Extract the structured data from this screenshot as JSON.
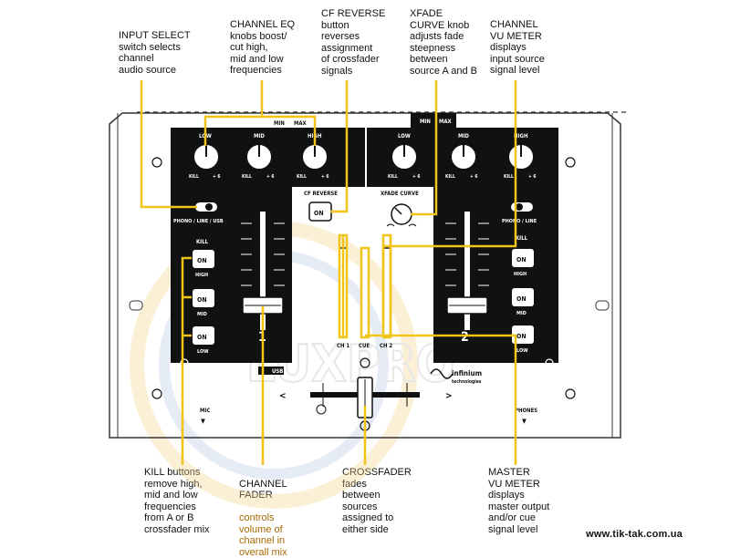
{
  "callouts": {
    "input_select": "INPUT SELECT\nswitch selects\nchannel\naudio source",
    "channel_eq": "CHANNEL EQ\nknobs boost/\ncut high,\nmid and low\nfrequencies",
    "cf_reverse": "CF REVERSE\nbutton\nreverses\nassignment\nof crossfader\nsignals",
    "xfade_curve": "XFADE\nCURVE knob\nadjusts fade\nsteepness\nbetween\nsource A and B",
    "channel_vu": "CHANNEL\nVU METER\ndisplays\ninput source\nsignal level",
    "kill_buttons": "KILL buttons\nremove high,\nmid and low\nfrequencies\nfrom A or B\ncrossfader mix",
    "channel_fader_title": "CHANNEL\nFADER",
    "channel_fader_body": "controls\nvolume of\nchannel in\noverall mix",
    "crossfader": "CROSSFADER\nfades\nbetween\nsources\nassigned to\neither side",
    "master_vu": "MASTER\nVU METER\ndisplays\nmaster output\nand/or cue\nsignal level"
  },
  "panel": {
    "eq_low": "LOW",
    "eq_mid": "MID",
    "eq_high": "HIGH",
    "knob_kill": "KILL",
    "knob_plus6": "+ 6",
    "min_label": "MIN",
    "max_label": "MAX",
    "cf_reverse_label": "CF REVERSE",
    "cf_reverse_button": "ON",
    "xfade_curve_label": "XFADE CURVE",
    "input_select_ch1": "PHONO / LINE / USB",
    "input_select_ch2": "PHONO / LINE",
    "kill_label": "KILL",
    "on": "ON",
    "high": "HIGH",
    "mid": "MID",
    "low": "LOW",
    "ch1_number": "1",
    "ch2_number": "2",
    "vu_ch1": "CH 1",
    "vu_cue": "CUE",
    "vu_ch2": "CH 2",
    "mic_label": "MIC",
    "phones_label": "PHONES",
    "arrow_left": "<",
    "arrow_right": ">",
    "usb_logo": "USB",
    "infinium_logo": "infinium",
    "infinium_sub": "technologies",
    "watermark": "LUXPRO"
  },
  "footer": {
    "url": "www.tik-tak.com.ua"
  },
  "colors": {
    "callout_line": "#f0c419",
    "panel_black": "#111111",
    "fader_line": "#f0c419"
  }
}
